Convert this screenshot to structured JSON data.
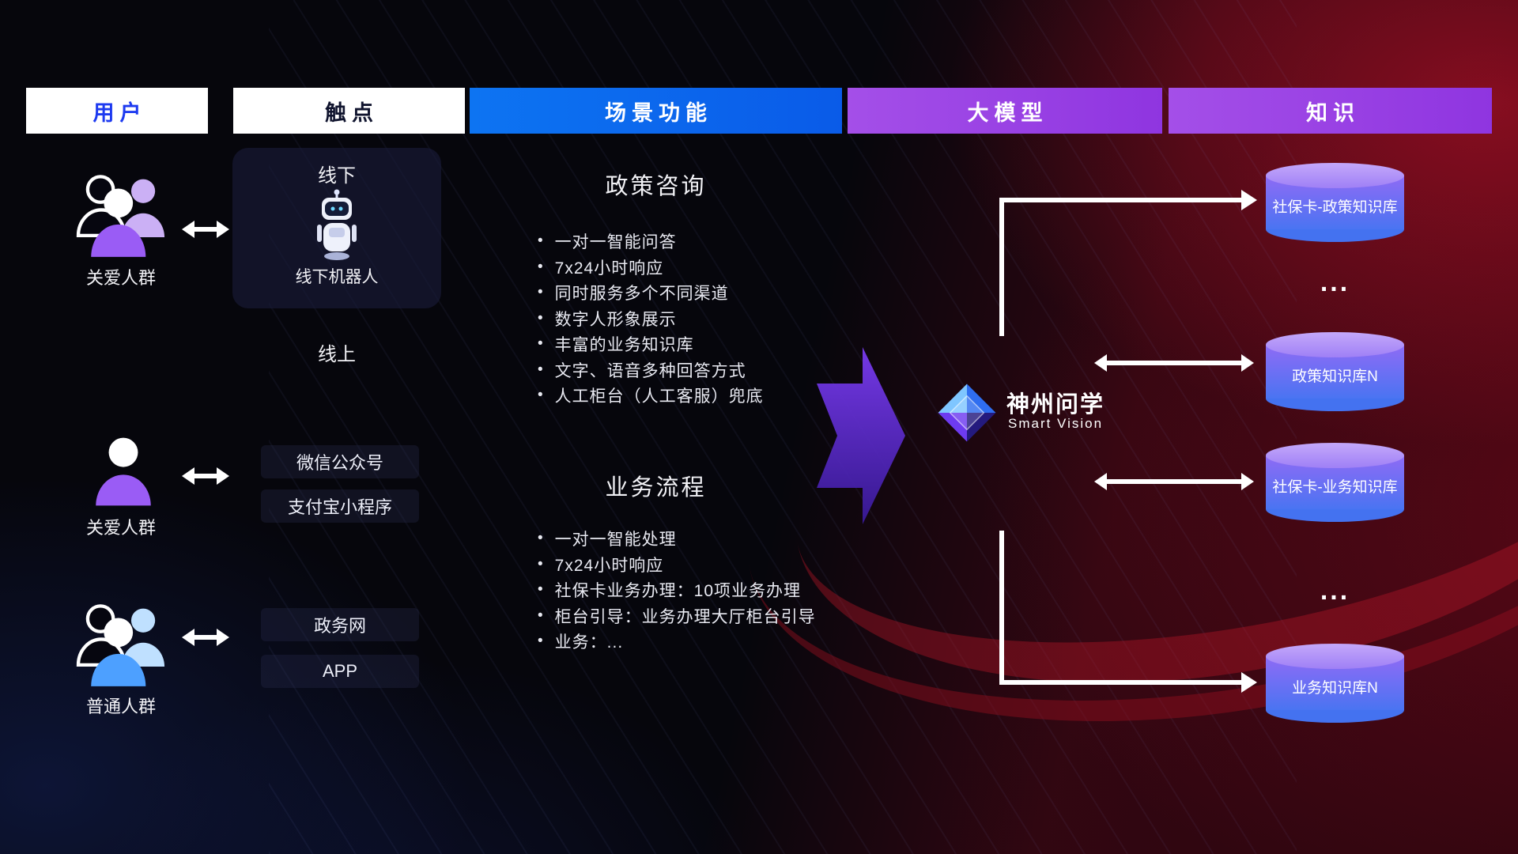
{
  "colors": {
    "header_user_text": "#1d3af0",
    "header_scene_bg": "#0d74f2",
    "header_model_bg": "#9f44e6",
    "people_purple": "#9a5cf5",
    "people_blue": "#4da0ff",
    "cylinder_top": "#c4a8fa",
    "cylinder_body_top": "#8f6bf5",
    "cylinder_body_bottom": "#4a74f2",
    "arrow_white": "#ffffff",
    "big_arrow_purple": "#6a2ee0"
  },
  "header": {
    "columns": [
      {
        "label": "用户"
      },
      {
        "label": "触点"
      },
      {
        "label": "场景功能"
      },
      {
        "label": "大模型"
      },
      {
        "label": "知识"
      }
    ]
  },
  "users": {
    "group1_label": "关爱人群",
    "group2_label": "关爱人群",
    "group3_label": "普通人群"
  },
  "touchpoints": {
    "offline_title": "线下",
    "offline_robot": "线下机器人",
    "online_title": "线上",
    "wechat": "微信公众号",
    "alipay": "支付宝小程序",
    "gov": "政务网",
    "app": "APP"
  },
  "scenes": {
    "policy": {
      "title": "政策咨询",
      "items": [
        "一对一智能问答",
        "7x24小时响应",
        "同时服务多个不同渠道",
        "数字人形象展示",
        "丰富的业务知识库",
        "文字、语音多种回答方式",
        "人工柜台（人工客服）兜底"
      ]
    },
    "business": {
      "title": "业务流程",
      "items": [
        "一对一智能处理",
        "7x24小时响应",
        "社保卡业务办理：10项业务办理",
        "柜台引导：业务办理大厅柜台引导",
        "业务：..."
      ]
    }
  },
  "model": {
    "name": "神州问学",
    "subtitle": "Smart Vision"
  },
  "knowledge": {
    "cylinders": [
      "社保卡-政策知识库",
      "政策知识库N",
      "社保卡-业务知识库",
      "业务知识库N"
    ],
    "dots": "..."
  }
}
